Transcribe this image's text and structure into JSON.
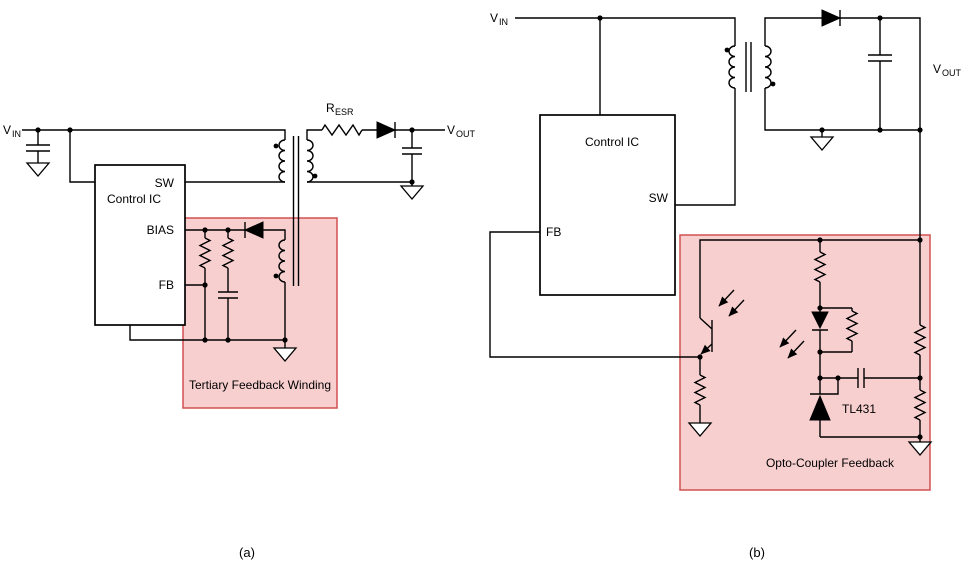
{
  "figure": {
    "caption_a": "(a)",
    "caption_b": "(b)"
  },
  "circuit_a": {
    "vin": {
      "main": "V",
      "sub": "IN"
    },
    "vout": {
      "main": "V",
      "sub": "OUT"
    },
    "resr": {
      "main": "R",
      "sub": "ESR"
    },
    "ic_label": "Control IC",
    "pin_sw": "SW",
    "pin_bias": "BIAS",
    "pin_fb": "FB",
    "highlight_label": "Tertiary Feedback Winding"
  },
  "circuit_b": {
    "vin": {
      "main": "V",
      "sub": "IN"
    },
    "vout": {
      "main": "V",
      "sub": "OUT"
    },
    "ic_label": "Control IC",
    "pin_sw": "SW",
    "pin_fb": "FB",
    "tl431_label": "TL431",
    "highlight_label": "Opto-Coupler Feedback"
  },
  "colors": {
    "highlight_fill": "#f8cfcf",
    "highlight_border": "#d05050",
    "wire": "#000000"
  }
}
